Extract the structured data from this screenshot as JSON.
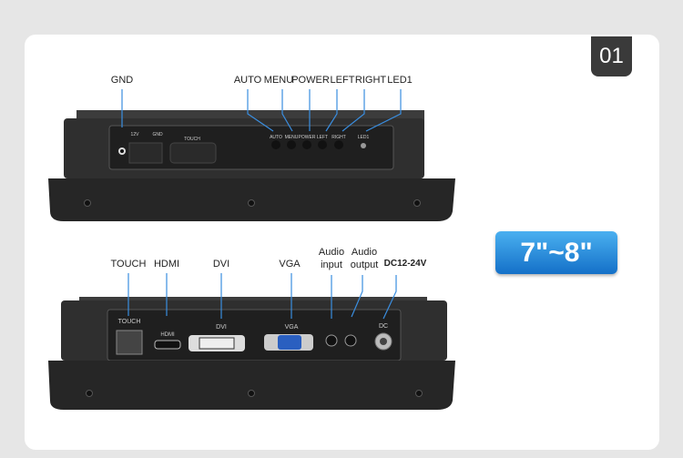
{
  "badge": "01",
  "size_label": "7\"~8\"",
  "top_view": {
    "callouts": [
      "GND",
      "AUTO",
      "MENU",
      "POWER",
      "LEFT",
      "RIGHT",
      "LED1"
    ],
    "panel_marks": {
      "v12": "12V",
      "gnd": "GND",
      "touch": "TOUCH",
      "auto": "AUTO",
      "menu": "MENU",
      "power": "POWER",
      "left": "LEFT",
      "right": "RIGHT",
      "led1": "LED1"
    }
  },
  "bottom_view": {
    "callouts": {
      "touch": "TOUCH",
      "hdmi": "HDMI",
      "dvi": "DVI",
      "vga": "VGA",
      "audio_in_1": "Audio",
      "audio_in_2": "input",
      "audio_out_1": "Audio",
      "audio_out_2": "output",
      "dc": "DC12-24V"
    },
    "panel_marks": {
      "touch": "TOUCH",
      "hdmi": "HDMI",
      "dvi": "DVI",
      "vga": "VGA",
      "dc": "DC"
    }
  },
  "colors": {
    "callout_line": "#3a8ee0",
    "badge": "#3a3a3a",
    "button": "#1e7fd6"
  }
}
